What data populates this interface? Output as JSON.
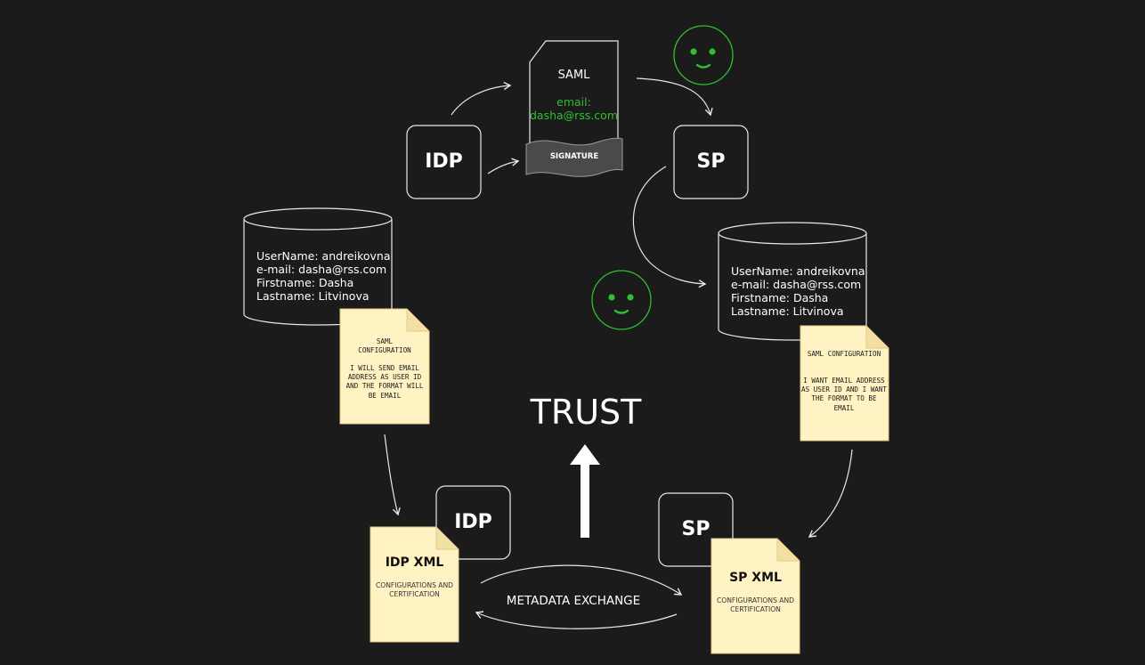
{
  "colors": {
    "background": "#1b1b1b",
    "stroke": "#e8e8e8",
    "accent_green": "#2fbf2f",
    "note_fill": "#fff3c4",
    "note_stroke": "#e2c98a",
    "signature_fill": "#4a4a4a"
  },
  "top_flow": {
    "idp_label": "IDP",
    "sp_label": "SP",
    "saml_title": "SAML",
    "saml_email_label": "email:",
    "saml_email_value": "dasha@rss.com",
    "signature_label": "SIGNATURE"
  },
  "idp_database": {
    "lines": [
      "UserName: andreikovna",
      "e-mail: dasha@rss.com",
      "Firstname: Dasha",
      "Lastname: Litvinova"
    ]
  },
  "sp_database": {
    "lines": [
      "UserName: andreikovna",
      "e-mail: dasha@rss.com",
      "Firstname: Dasha",
      "Lastname: Litvinova"
    ]
  },
  "idp_note": {
    "title": "SAML CONFIGURATION",
    "body": "I WILL SEND EMAIL ADDRESS AS USER ID AND THE FORMAT WILL BE EMAIL"
  },
  "sp_note": {
    "title": "SAML CONFIGURATION",
    "body": "I WANT EMAIL ADDRESS AS USER ID AND I WANT THE FORMAT TO BE EMAIL"
  },
  "center": {
    "trust_label": "TRUST"
  },
  "bottom": {
    "idp_label": "IDP",
    "sp_label": "SP",
    "idp_xml_title": "IDP XML",
    "idp_xml_sub": "CONFIGURATIONS AND CERTIFICATION",
    "sp_xml_title": "SP XML",
    "sp_xml_sub": "CONFIGURATIONS AND CERTIFICATION",
    "exchange_label": "METADATA EXCHANGE"
  },
  "icons": [
    "smiley-face-icon",
    "smiley-face-icon"
  ]
}
